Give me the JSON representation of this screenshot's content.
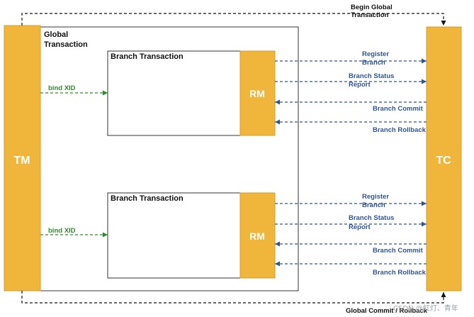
{
  "tm_label": "TM",
  "tc_label": "TC",
  "global_transaction_label": [
    "Global",
    "Transaction"
  ],
  "begin_global_label": [
    "Begin Global",
    "Transaction"
  ],
  "global_commit_label": "Global Commit / Rollback",
  "watermark": "CSDN @虹灯、青年",
  "branches": [
    {
      "title": "Branch Transaction",
      "rm_label": "RM",
      "bind_label": "bind XID",
      "messages": {
        "register": [
          "Register",
          "Branch"
        ],
        "status": [
          "Branch Status",
          "Report"
        ],
        "commit": "Branch Commit",
        "rollback": "Branch Rollback"
      }
    },
    {
      "title": "Branch Transaction",
      "rm_label": "RM",
      "bind_label": "bind XID",
      "messages": {
        "register": [
          "Register",
          "Branch"
        ],
        "status": [
          "Branch Status",
          "Report"
        ],
        "commit": "Branch Commit",
        "rollback": "Branch Rollback"
      }
    }
  ],
  "colors": {
    "orange": "#f0b63c",
    "blue": "#2f5597",
    "green": "#2e8b2e",
    "border": "#333333"
  }
}
